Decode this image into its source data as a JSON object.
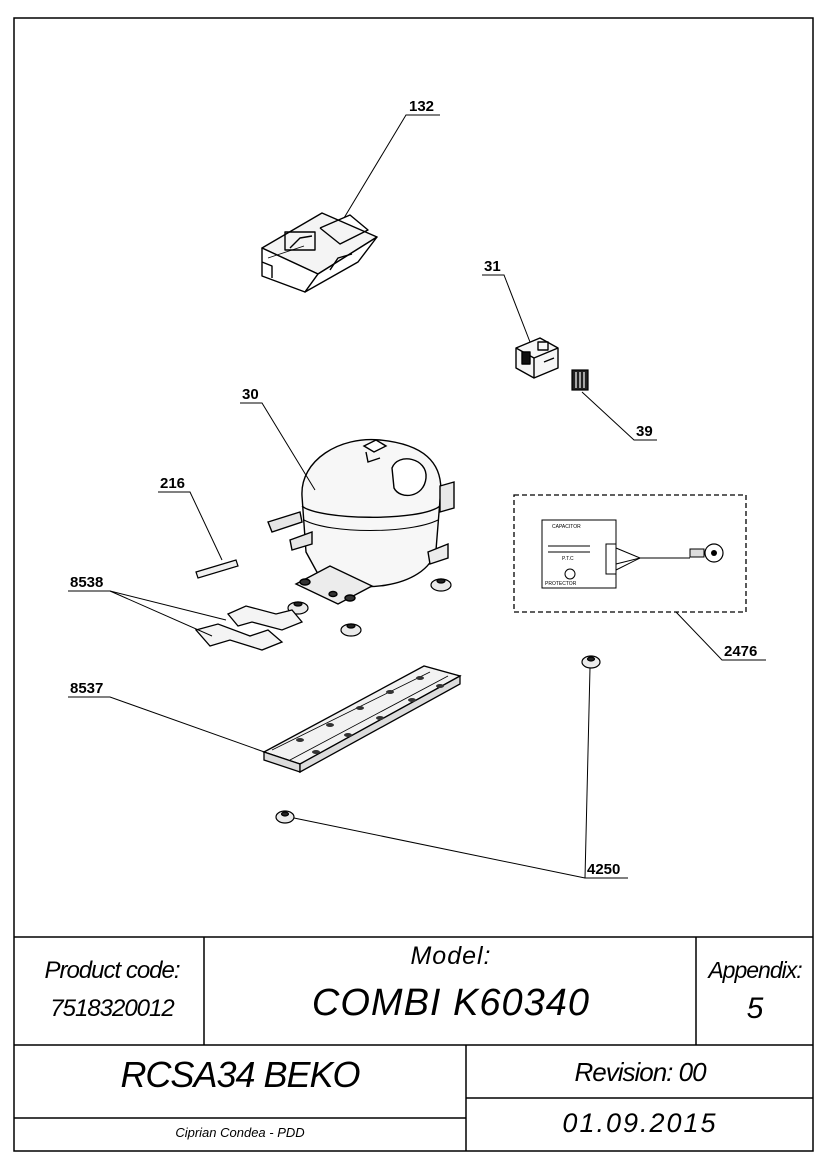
{
  "callouts": [
    {
      "id": "132",
      "label": "132",
      "part": "compressor-cover"
    },
    {
      "id": "31",
      "label": "31",
      "part": "relay-clip"
    },
    {
      "id": "39",
      "label": "39",
      "part": "thermal-protector"
    },
    {
      "id": "30",
      "label": "30",
      "part": "compressor"
    },
    {
      "id": "216",
      "label": "216",
      "part": "process-tube"
    },
    {
      "id": "8538",
      "label": "8538",
      "part": "mounting-clips"
    },
    {
      "id": "2476",
      "label": "2476",
      "part": "power-cord-wiring-set"
    },
    {
      "id": "8537",
      "label": "8537",
      "part": "mounting-plate"
    },
    {
      "id": "4250",
      "label": "4250",
      "part": "rubber-grommets"
    }
  ],
  "wiring_detail": {
    "capacitor_label": "CAPACITOR",
    "ptc_label": "P.T.C",
    "protector_label": "PROTECTOR"
  },
  "title_block": {
    "product_code_label": "Product code:",
    "product_code": "7518320012",
    "model_label": "Model:",
    "model": "COMBI K60340",
    "appendix_label": "Appendix:",
    "appendix": "5",
    "product_name": "RCSA34 BEKO",
    "revision": "Revision: 00",
    "author": "Ciprian Condea - PDD",
    "date": "01.09.2015"
  }
}
